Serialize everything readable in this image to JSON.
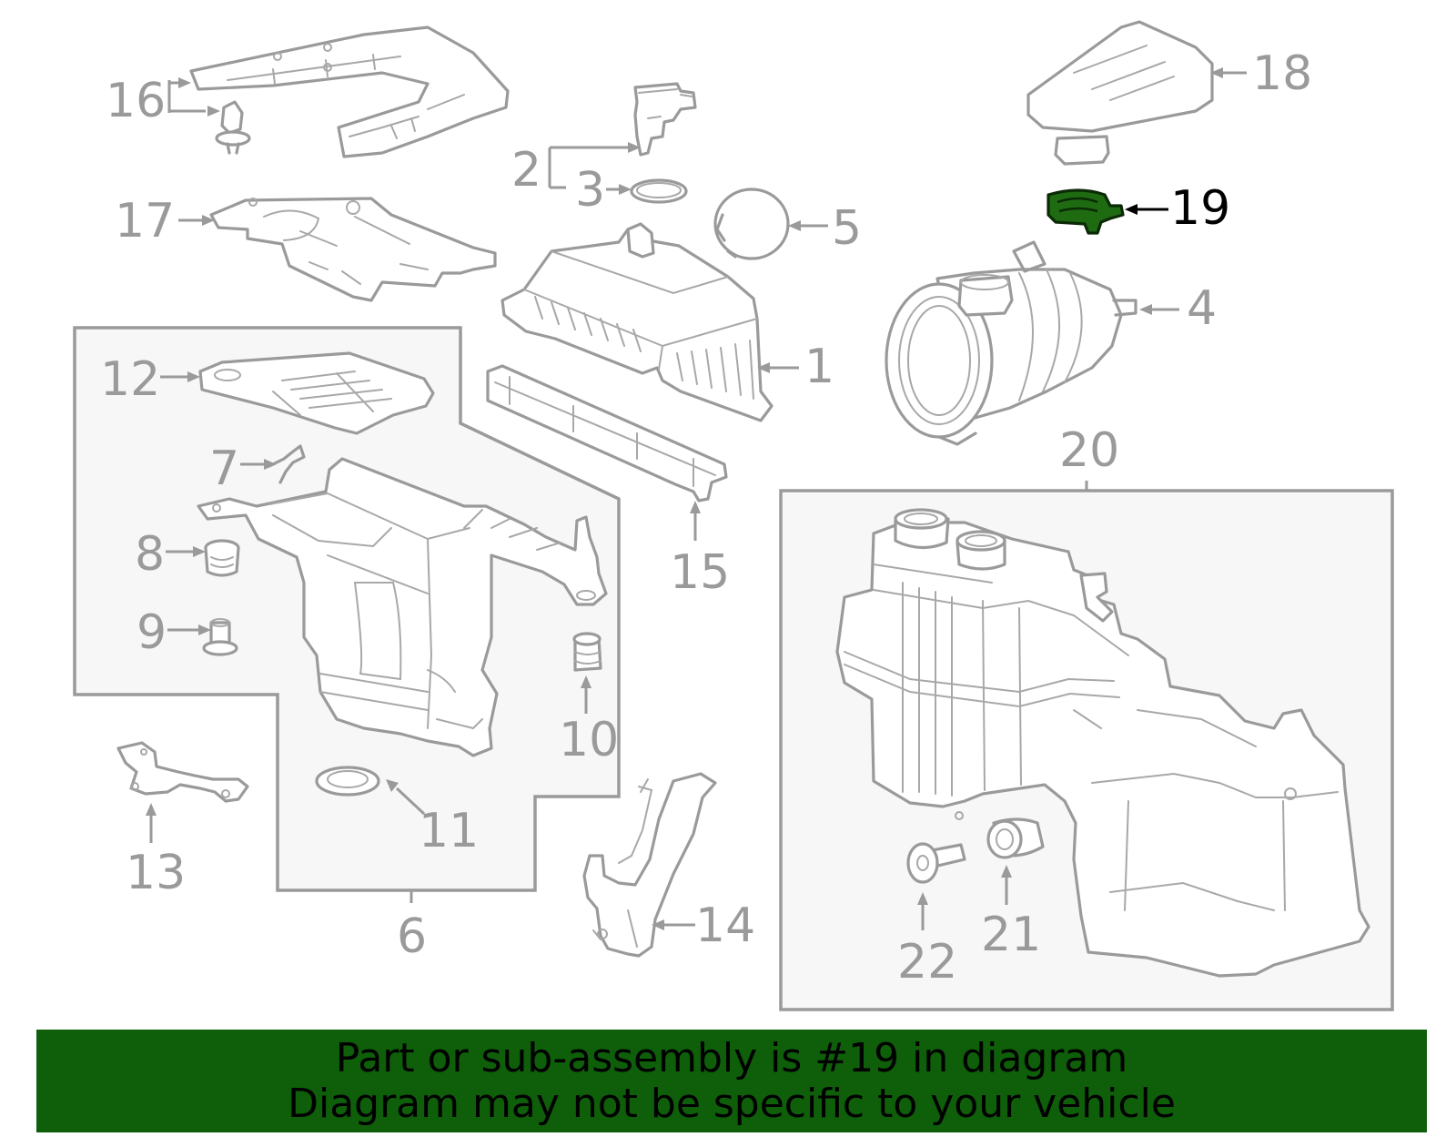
{
  "diagram": {
    "highlight_color": "#1e6b12",
    "banner_color": "#0e5e0a",
    "line_color": "#9a9a9a",
    "highlighted_part": "19",
    "callouts": {
      "c1": "1",
      "c2": "2",
      "c3": "3",
      "c4": "4",
      "c5": "5",
      "c6": "6",
      "c7": "7",
      "c8": "8",
      "c9": "9",
      "c10": "10",
      "c11": "11",
      "c12": "12",
      "c13": "13",
      "c14": "14",
      "c15": "15",
      "c16": "16",
      "c17": "17",
      "c18": "18",
      "c19": "19",
      "c20": "20",
      "c21": "21",
      "c22": "22"
    }
  },
  "banner": {
    "line1": "Part or sub-assembly is #19 in diagram",
    "line2": "Diagram may not be specific to your vehicle"
  }
}
